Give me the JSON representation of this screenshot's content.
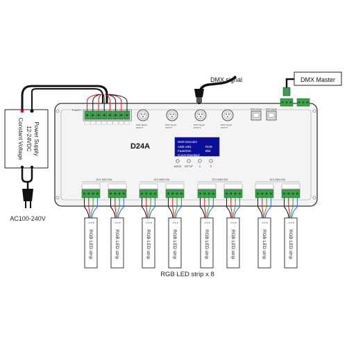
{
  "power_supply": {
    "line1": "Power Supply",
    "line2": "12-24VDC",
    "line3": "Constant Voltage"
  },
  "mains_label": "AC100-240V",
  "dmx_signal_label": "DMX signal",
  "dmx_master_label": "DMX Master",
  "decoder": {
    "model": "D24A",
    "power_port_label": "Power+/-",
    "xlr_ports": [
      {
        "label": "DMX Signal",
        "sub": "IN/OUT"
      },
      {
        "label": "DMX Signal",
        "sub": "IN/OUT"
      },
      {
        "label": "DMX Signal",
        "sub": "IN/OUT"
      },
      {
        "label": "DMX Signal",
        "sub": "IN/OUT"
      }
    ],
    "rj45_ports": [
      {
        "label": "DMX Signal"
      },
      {
        "label": "DMX Signal"
      }
    ],
    "display": {
      "title": "DMX Decoder",
      "row1_left": "Addr=001",
      "row1_right": "RGB",
      "row2_left": "Fade/Dim",
      "row2_right": "8bit",
      "row3": "Curve:Standard"
    },
    "buttons": [
      "MODE",
      "SETUP",
      "C",
      "S"
    ],
    "output_groups": [
      {
        "label": "DC1 MAX:20A"
      },
      {
        "label": "DC2 MAX:20A"
      },
      {
        "label": "DC3 MAX:20A"
      },
      {
        "label": "DC4 MAX:20A"
      }
    ]
  },
  "strip": {
    "label": "RGB LED strip",
    "pins": "+ R G B",
    "count": 8
  },
  "strip_caption": "RGB LED strip x 8",
  "colors": {
    "wire": "#111111",
    "terminal_green": "#3c9e4a",
    "red_wire": "#d0141c",
    "green_wire": "#2f9e3a",
    "blue_wire": "#2f6fd8",
    "housing": "#f4f4f4",
    "display_bg": "#0a0f9a",
    "display_text": "#ffffff"
  }
}
